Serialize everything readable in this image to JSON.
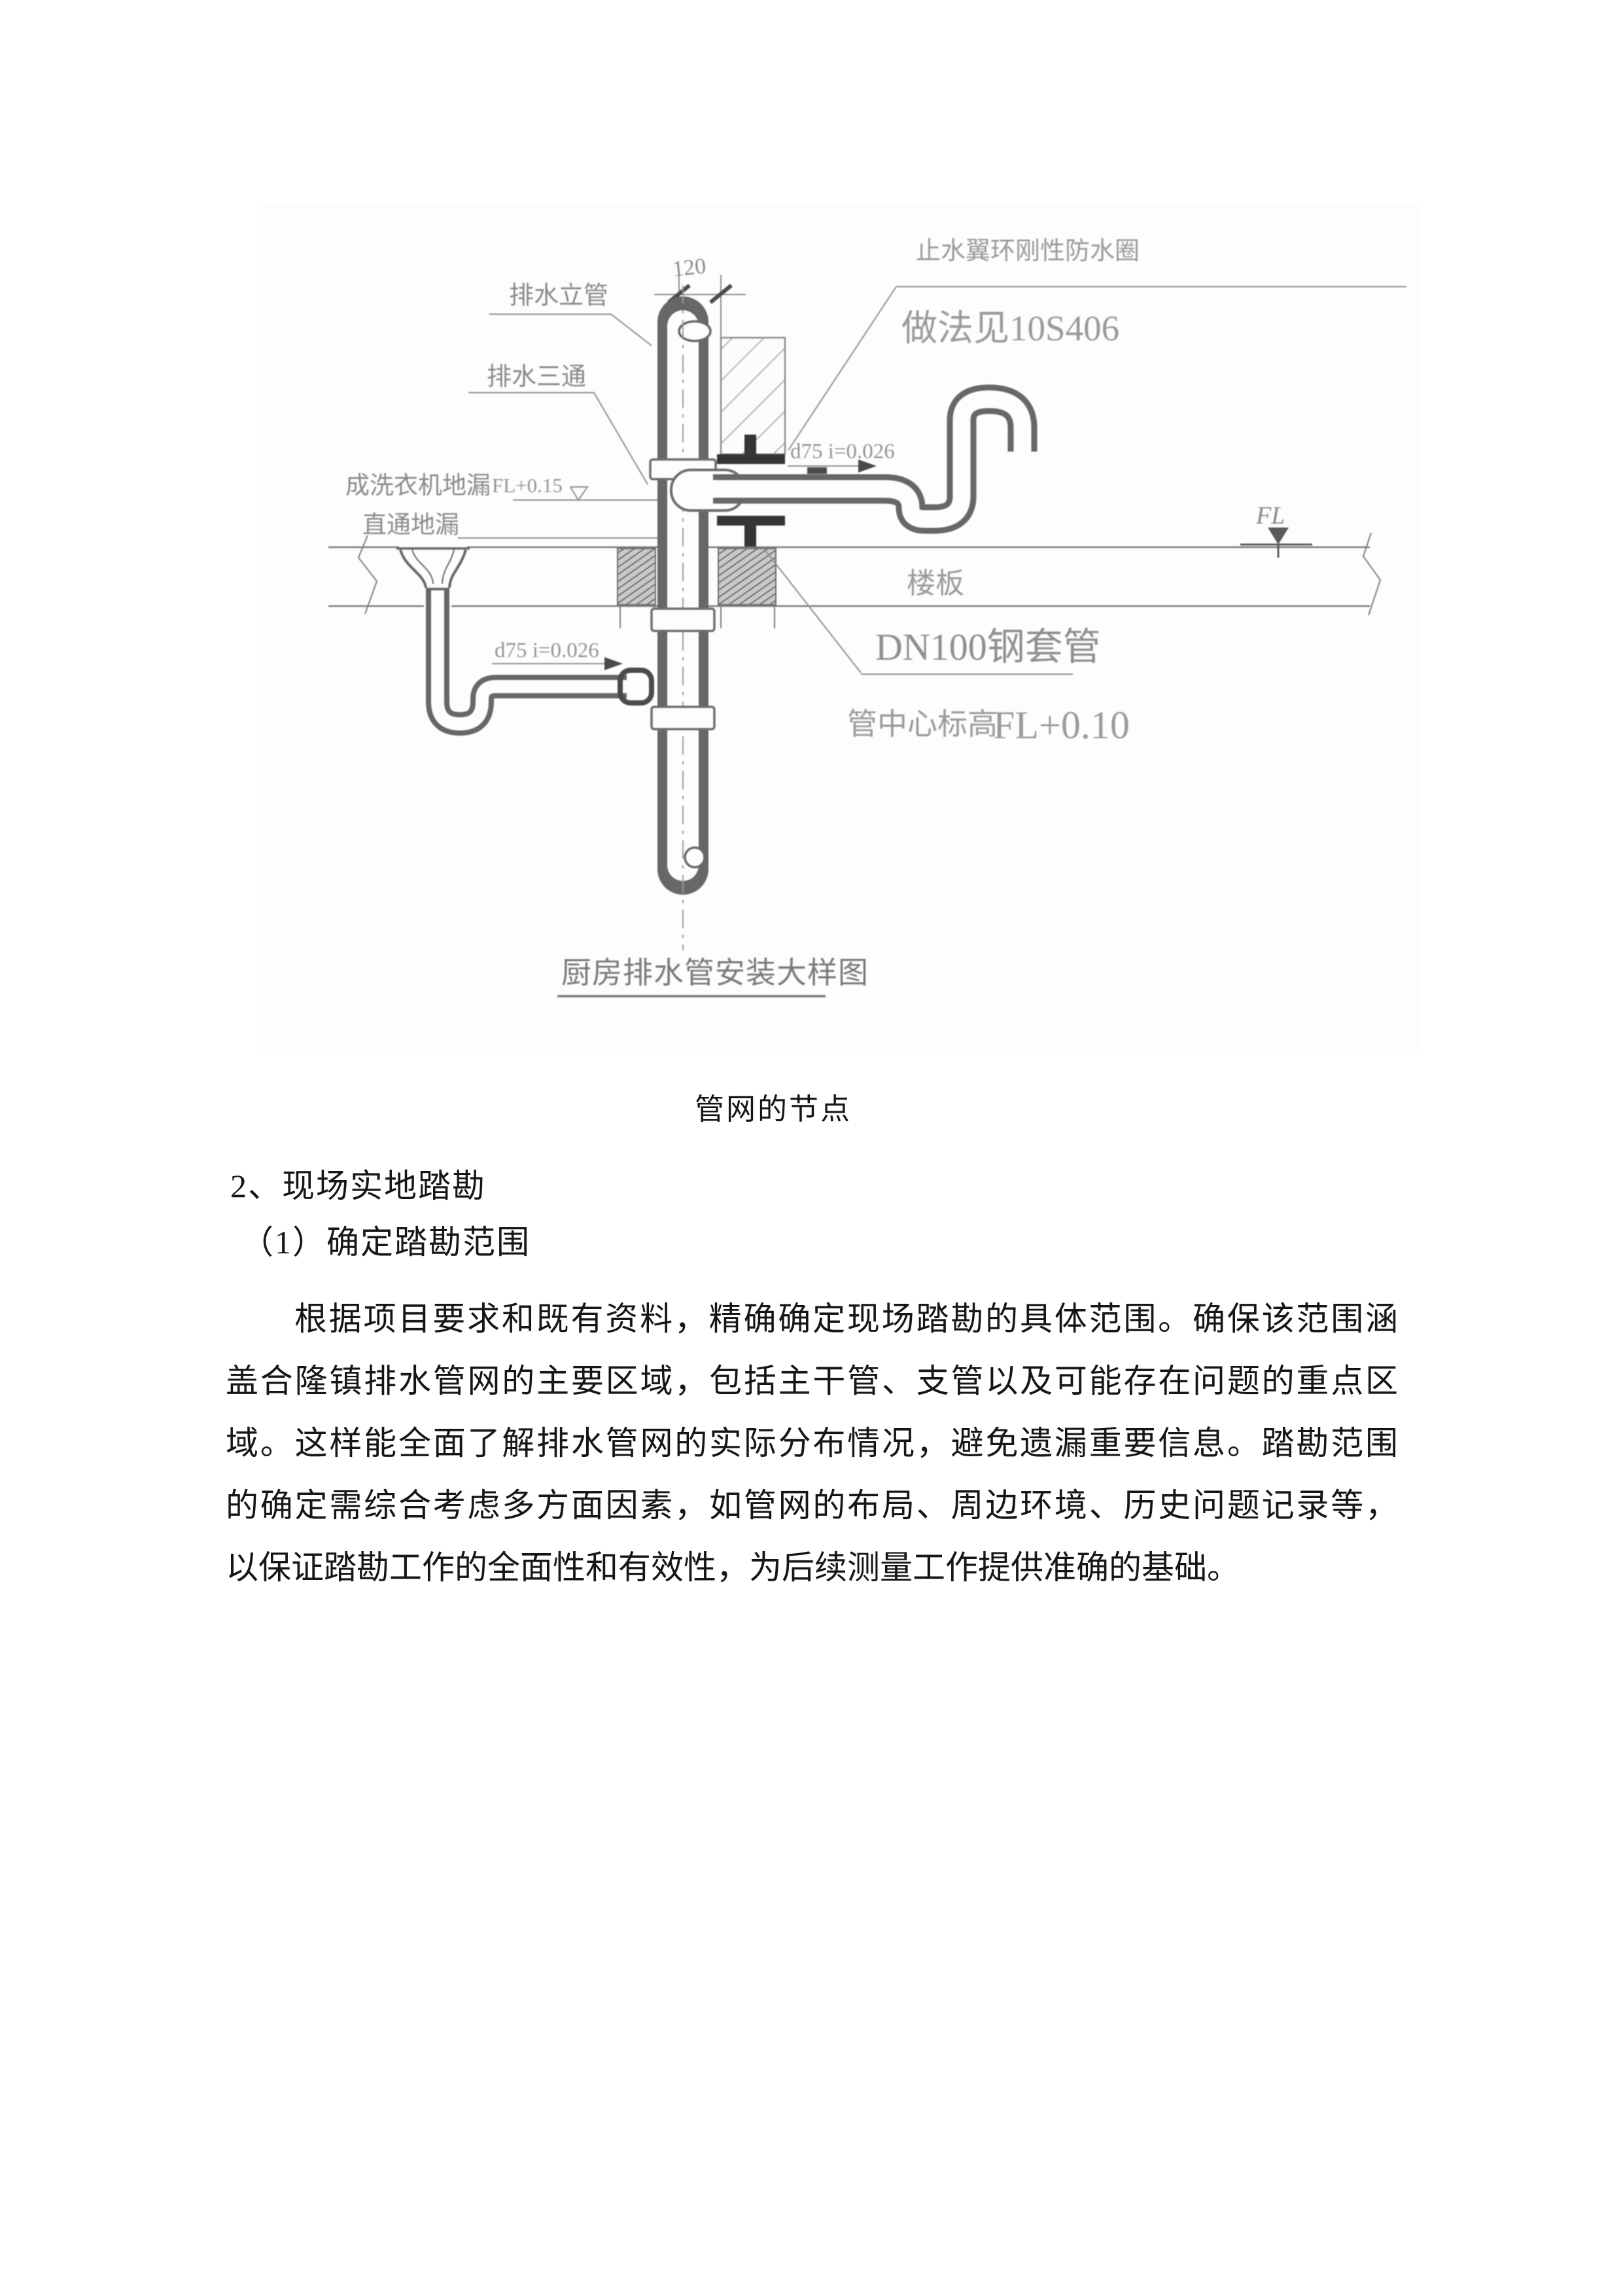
{
  "figure": {
    "dim_120": "120",
    "label_riser": "排水立管",
    "label_tee": "排水三通",
    "label_washer_drain": "成洗衣机地漏",
    "label_washer_level": "FL+0.15",
    "label_straight_drain": "直通地漏",
    "label_slope_upper": "d75 i=0.026",
    "label_slope_lower": "d75 i=0.026",
    "label_waterstop_1": "止水翼环刚性防水圈",
    "label_waterstop_2": "做法见10S406",
    "label_fl": "FL",
    "label_slab": "楼板",
    "label_sleeve": "DN100钢套管",
    "label_center_elev": "管中心标高",
    "label_center_elev_value": "FL+0.10",
    "caption": "厨房排水管安装大样图"
  },
  "document": {
    "figure_title": "管网的节点",
    "heading": "2、现场实地踏勘",
    "subheading": "（1）确定踏勘范围",
    "paragraph_lines": [
      "根据项目要求和既有资料，精确确定现场踏勘的具体范围。确保该范围涵",
      "盖合隆镇排水管网的主要区域，包括主干管、支管以及可能存在问题的重点区",
      "域。这样能全面了解排水管网的实际分布情况，避免遗漏重要信息。踏勘范围",
      "的确定需综合考虑多方面因素，如管网的布局、周边环境、历史问题记录等，",
      "以保证踏勘工作的全面性和有效性，为后续测量工作提供准确的基础。"
    ]
  }
}
